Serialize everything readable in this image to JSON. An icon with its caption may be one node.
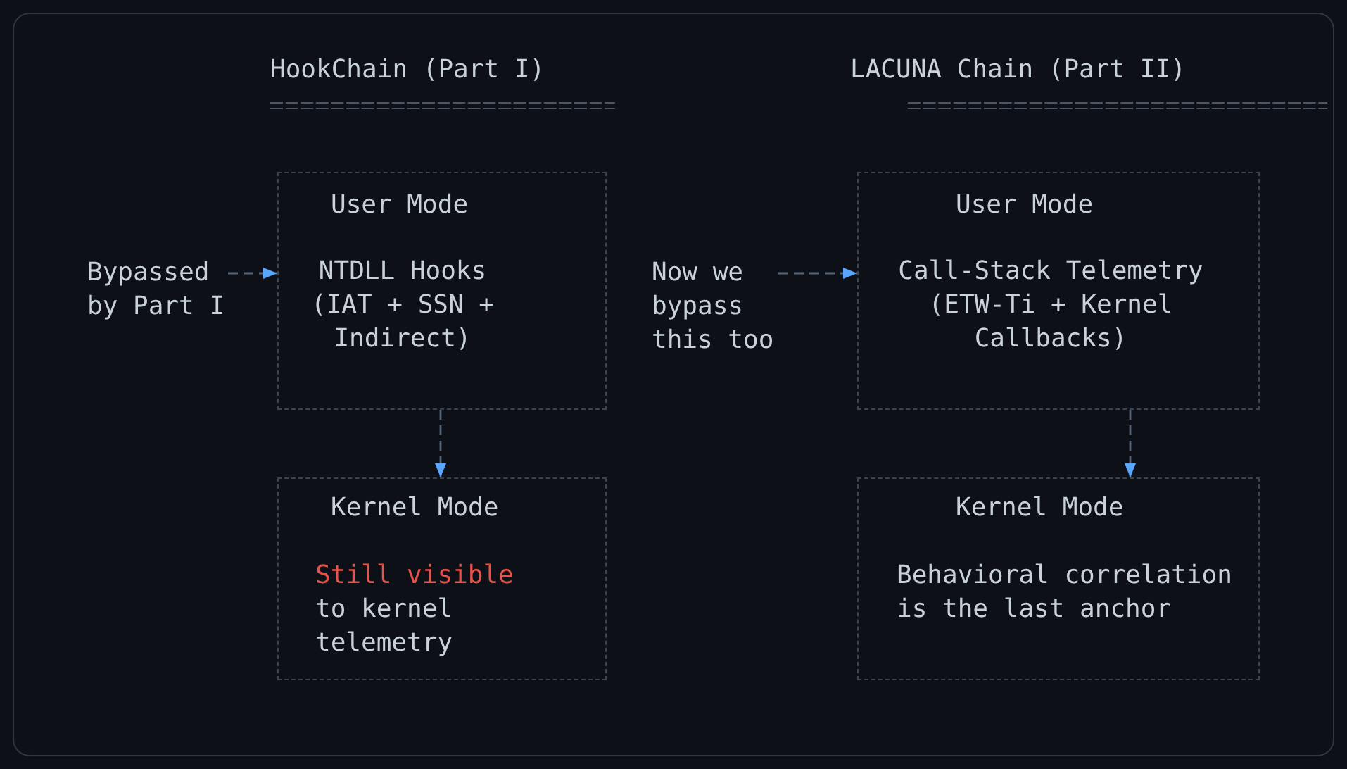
{
  "diagram": {
    "nodes": [
      {
        "text": [
          "Bypassed by Part I"
        ]
      },
      {
        "text": [
          "User Mode",
          "NTDLL Hooks (IAT + SSN + Indirect)"
        ]
      },
      {
        "text": [
          "Kernel Mode",
          "Still visible",
          "to kernel telemetry"
        ]
      },
      {
        "text": [
          "Now we bypass this too"
        ]
      },
      {
        "text": [
          "User Mode",
          "Call-Stack Telemetry (ETW-Ti + Kernel Callbacks)"
        ]
      },
      {
        "text": [
          "Kernel Mode",
          "Behavioral correlation is the last anchor"
        ]
      }
    ],
    "edges": [
      {
        "from": 0,
        "to": 1,
        "arrow": "to",
        "style": "dashed"
      },
      {
        "from": 1,
        "to": 2,
        "arrow": "to",
        "style": "dashed"
      },
      {
        "from": 3,
        "to": 4,
        "arrow": "to",
        "style": "dashed"
      },
      {
        "from": 4,
        "to": 5,
        "arrow": "to",
        "style": "dashed"
      }
    ],
    "labels": [
      "HookChain (Part I)",
      "LACUNA Chain (Part II)"
    ]
  }
}
